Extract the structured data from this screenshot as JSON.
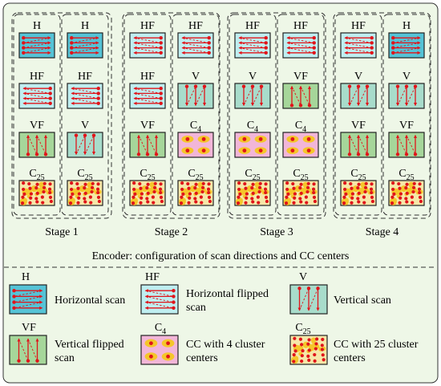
{
  "colors": {
    "panel_bg": "#eef7e7",
    "h_tile": "#55c3d6",
    "hf_tile": "#bfeef0",
    "v_tile": "#a8dccb",
    "vf_tile": "#a6d69a",
    "c4_tile": "#f2b6d8",
    "c25_tile": "#f6e7a8",
    "arrow": "#e0141a",
    "blob": "#f5c62a",
    "center": "#e0141a"
  },
  "stages": [
    {
      "label": "Stage 1",
      "columns": [
        [
          "H",
          "HF",
          "VF",
          "C25"
        ],
        [
          "H",
          "HF",
          "V",
          "C25"
        ]
      ]
    },
    {
      "label": "Stage 2",
      "columns": [
        [
          "HF",
          "HF",
          "VF",
          "C25"
        ],
        [
          "HF",
          "V",
          "C4",
          "C25"
        ]
      ]
    },
    {
      "label": "Stage 3",
      "columns": [
        [
          "HF",
          "V",
          "C4",
          "C25"
        ],
        [
          "HF",
          "VF",
          "C4",
          "C25"
        ]
      ]
    },
    {
      "label": "Stage 4",
      "columns": [
        [
          "HF",
          "V",
          "VF",
          "C25"
        ],
        [
          "H",
          "V",
          "VF",
          "C25"
        ]
      ]
    }
  ],
  "encoder_caption": "Encoder:  configuration of scan directions and CC centers",
  "legend": [
    {
      "type": "H",
      "label": "H",
      "desc": [
        "Horizontal scan"
      ]
    },
    {
      "type": "HF",
      "label": "HF",
      "desc": [
        "Horizontal flipped",
        "scan"
      ]
    },
    {
      "type": "V",
      "label": "V",
      "desc": [
        "Vertical scan"
      ]
    },
    {
      "type": "VF",
      "label": "VF",
      "desc": [
        "Vertical flipped",
        "scan"
      ]
    },
    {
      "type": "C4",
      "label": "C4",
      "desc": [
        "CC with 4 cluster",
        "centers"
      ]
    },
    {
      "type": "C25",
      "label": "C25",
      "desc": [
        "CC with 25 cluster",
        "centers"
      ]
    }
  ]
}
